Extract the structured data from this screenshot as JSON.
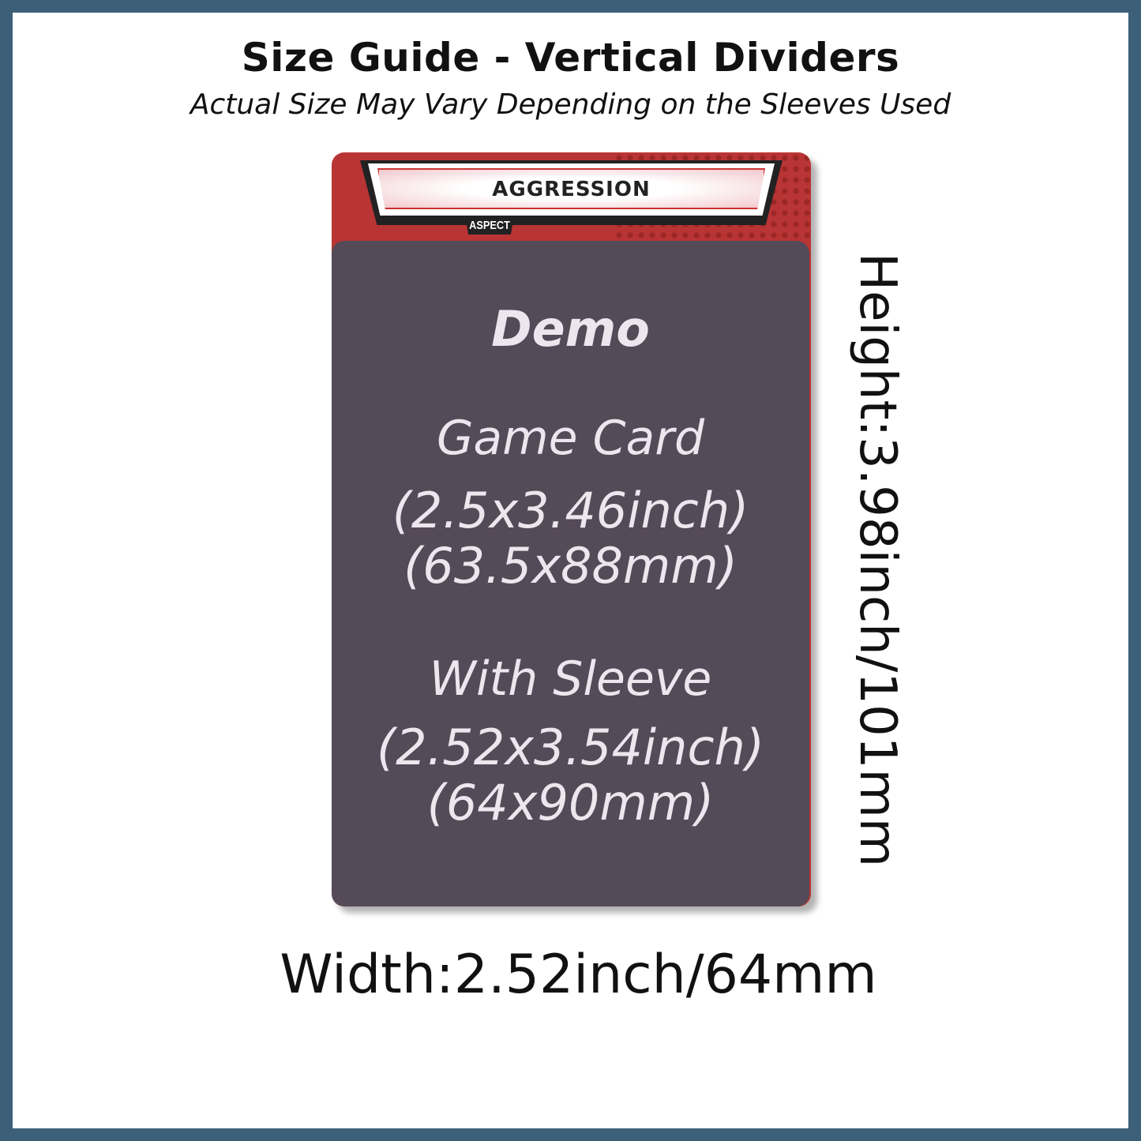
{
  "header": {
    "title": "Size Guide - Vertical Dividers",
    "subtitle": "Actual Size May Vary Depending on the Sleeves Used"
  },
  "card": {
    "banner_title": "AGGRESSION",
    "banner_tag": "ASPECT",
    "demo": "Demo",
    "game_card_label": "Game Card",
    "game_card_inch": "(2.5x3.46inch)",
    "game_card_mm": "(63.5x88mm)",
    "sleeve_label": "With Sleeve",
    "sleeve_inch": "(2.52x3.54inch)",
    "sleeve_mm": "(64x90mm)",
    "colors": {
      "card_red": "#b93434",
      "panel": "#554a58"
    }
  },
  "dimensions": {
    "height": "Height:3.98inch/101mm",
    "width": "Width:2.52inch/64mm"
  },
  "frame_color": "#3d6079"
}
